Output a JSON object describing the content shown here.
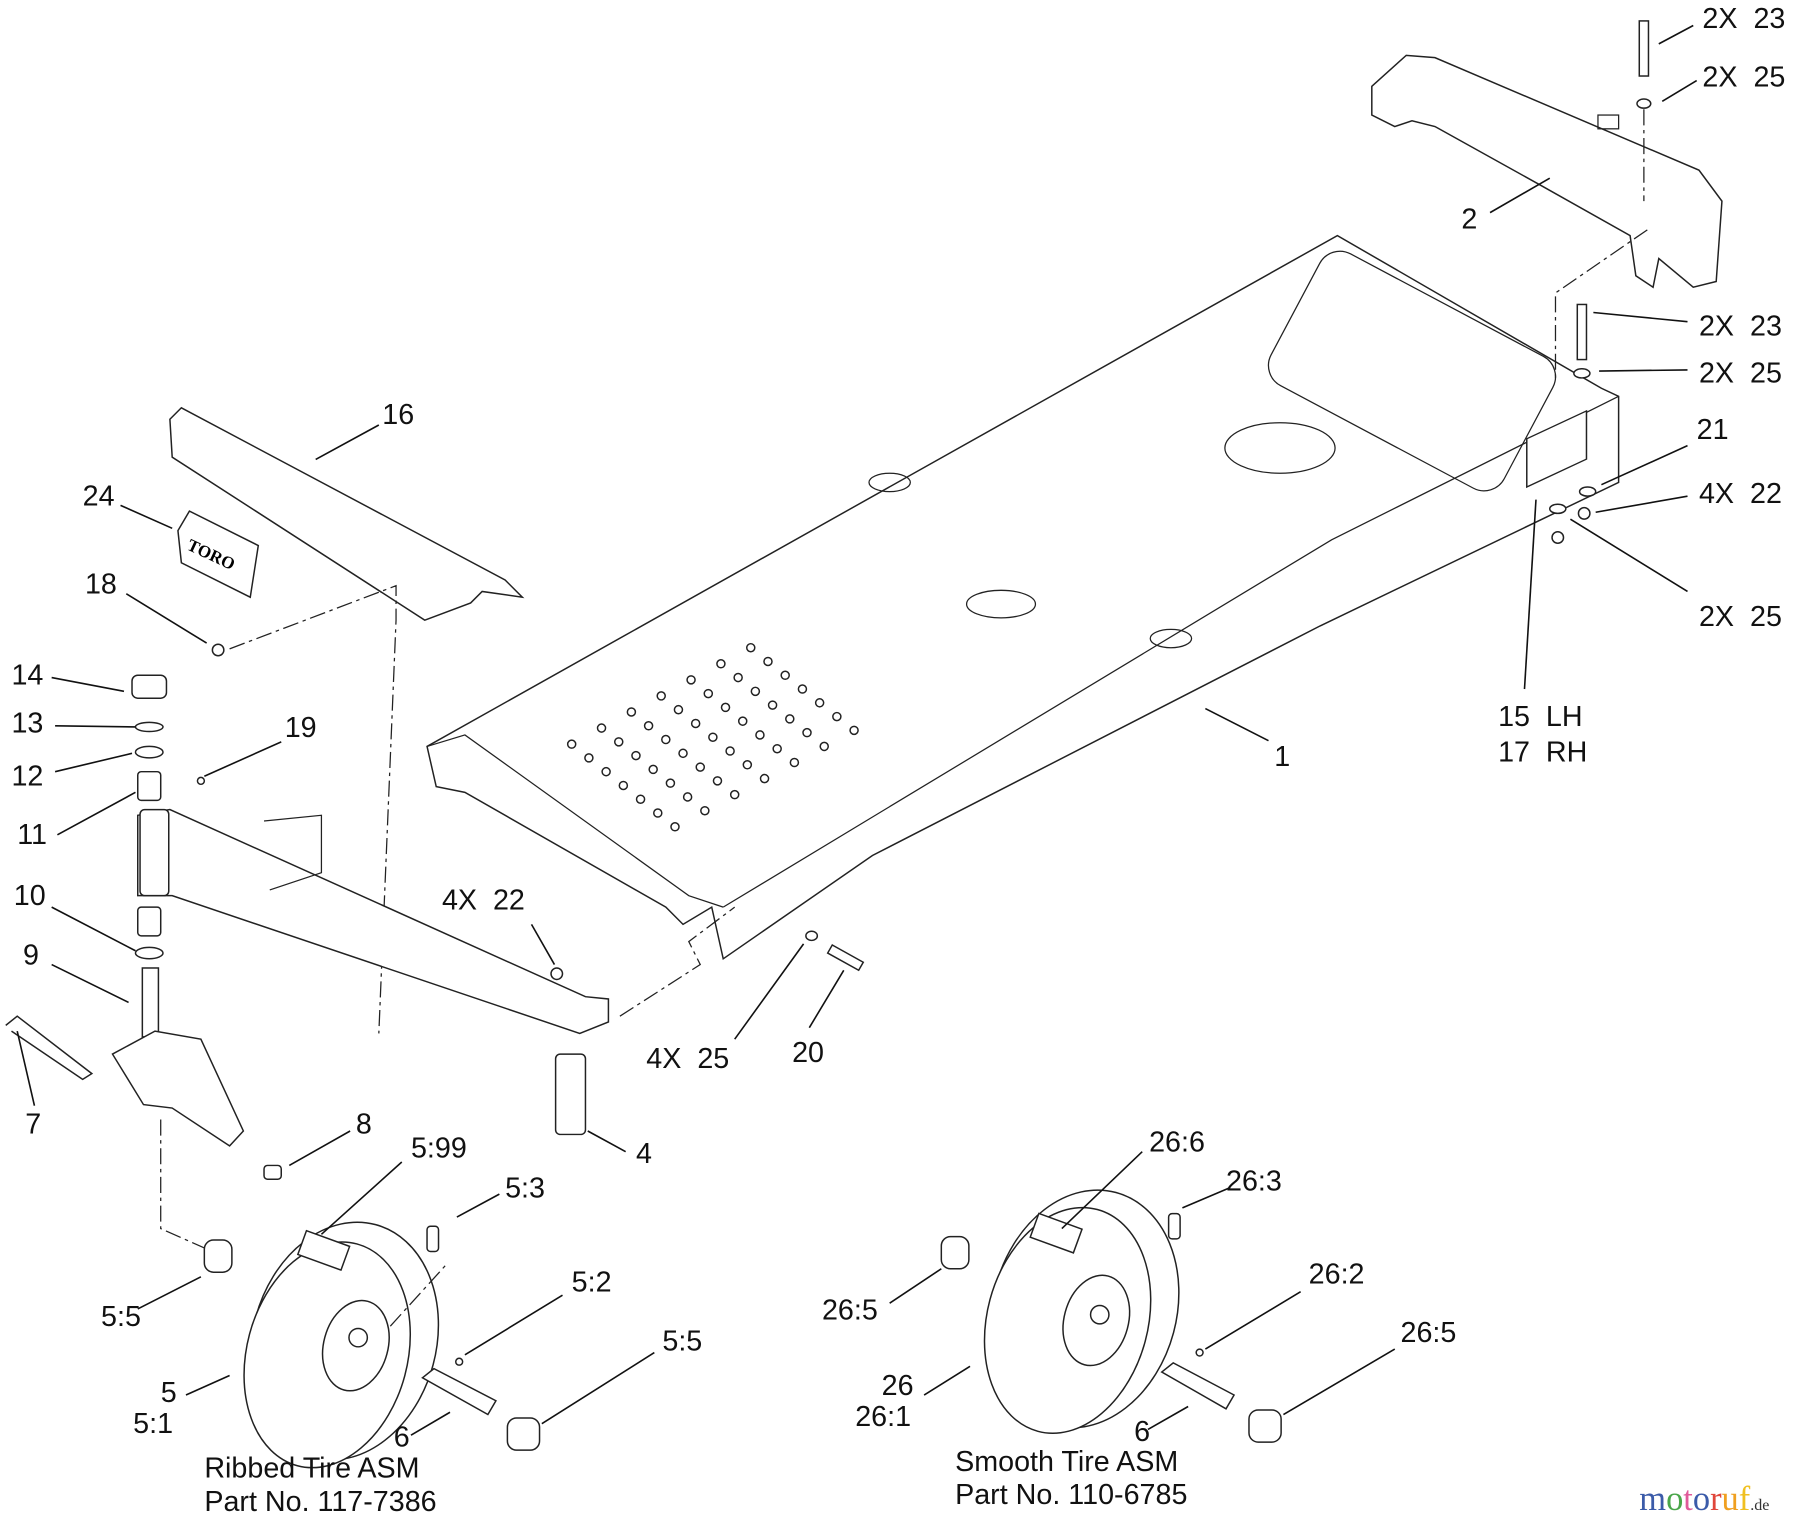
{
  "callouts": {
    "c_2x23_top": "2X  23",
    "c_2x25_top": "2X  25",
    "c_2": "2",
    "c_2x23_mid": "2X  23",
    "c_2x25_mid": "2X  25",
    "c_21": "21",
    "c_4x22_right": "4X  22",
    "c_2x25_low": "2X  25",
    "c_15": "15  LH",
    "c_17": "17  RH",
    "c_1": "1",
    "c_16": "16",
    "c_24": "24",
    "c_18": "18",
    "c_14": "14",
    "c_13": "13",
    "c_12": "12",
    "c_11": "11",
    "c_19": "19",
    "c_10": "10",
    "c_9": "9",
    "c_7": "7",
    "c_8": "8",
    "c_4": "4",
    "c_4x22_left": "4X  22",
    "c_4x25": "4X  25",
    "c_20": "20",
    "c_5_99": "5:99",
    "c_5_3": "5:3",
    "c_5_2": "5:2",
    "c_5_5_right": "5:5",
    "c_5_5_left": "5:5",
    "c_5": "5",
    "c_5_1": "5:1",
    "c_6_left": "6",
    "c_26_6": "26:6",
    "c_26_3": "26:3",
    "c_26_2": "26:2",
    "c_26_5_right": "26:5",
    "c_26_5_left": "26:5",
    "c_26": "26",
    "c_26_1": "26:1",
    "c_6_right": "6"
  },
  "assemblies": {
    "ribbed": {
      "title": "Ribbed Tire ASM",
      "part_no": "Part No. 117-7386"
    },
    "smooth": {
      "title": "Smooth Tire ASM",
      "part_no": "Part No. 110-6785"
    }
  },
  "decal_text": "TORO",
  "watermark": {
    "text": "motoruf",
    "suffix": ".de",
    "colors": [
      "#3b5ba9",
      "#4aa64a",
      "#e05a9a",
      "#3b5ba9",
      "#e0463a",
      "#f0a020",
      "#f0c020"
    ]
  }
}
